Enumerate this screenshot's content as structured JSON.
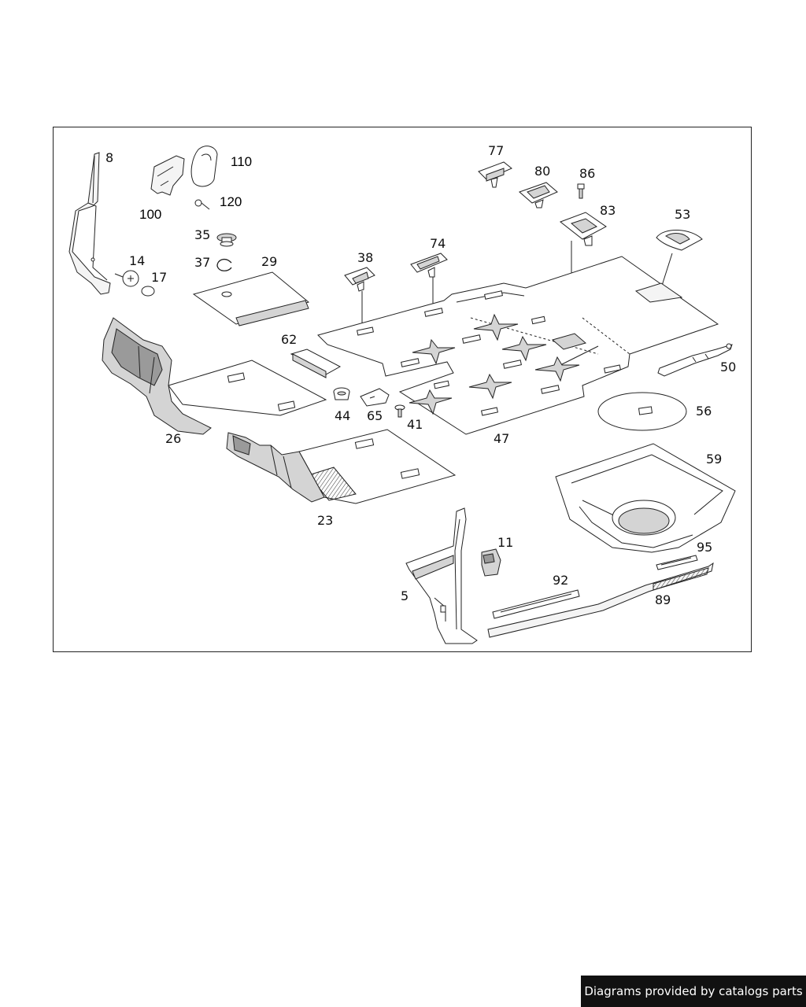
{
  "diagram": {
    "callouts": [
      "8",
      "100",
      "110",
      "120",
      "35",
      "37",
      "29",
      "14",
      "17",
      "77",
      "80",
      "86",
      "83",
      "53",
      "38",
      "74",
      "62",
      "44",
      "65",
      "41",
      "47",
      "50",
      "56",
      "26",
      "23",
      "59",
      "95",
      "11",
      "92",
      "89",
      "5"
    ]
  },
  "footer": {
    "credit_text": "Diagrams provided by catalogs parts"
  }
}
